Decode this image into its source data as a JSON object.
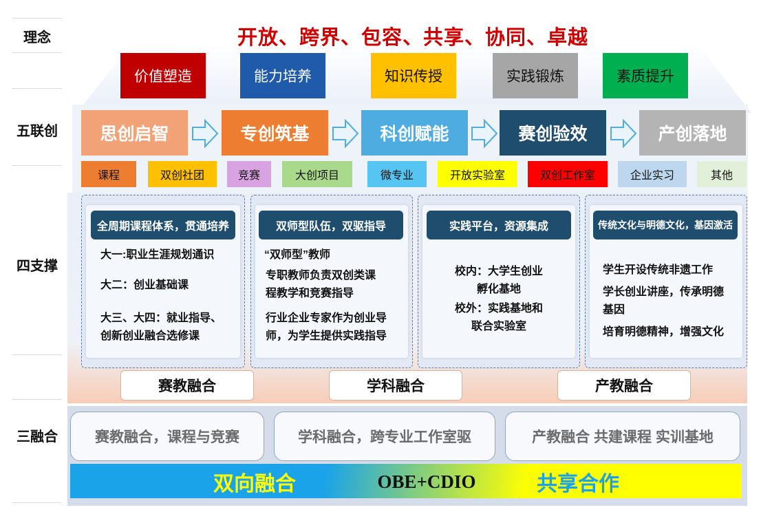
{
  "side_labels": {
    "concept": "理念",
    "five": "五联创",
    "four": "四支撑",
    "three": "三融合"
  },
  "motto": "开放、跨界、包容、共享、协同、卓越",
  "values": [
    {
      "label": "价值塑造",
      "color": "#c00000"
    },
    {
      "label": "能力培养",
      "color": "#1f5aab"
    },
    {
      "label": "知识传授",
      "color": "#ffc000"
    },
    {
      "label": "实践锻炼",
      "color": "#a6a6a6"
    },
    {
      "label": "素质提升",
      "color": "#00b050"
    }
  ],
  "stages": [
    {
      "label": "思创启智",
      "color": "#f2a277"
    },
    {
      "label": "专创筑基",
      "color": "#ed7d31"
    },
    {
      "label": "科创赋能",
      "color": "#4eace0"
    },
    {
      "label": "赛创验效",
      "color": "#1e4d6e"
    },
    {
      "label": "产创落地",
      "color": "#b4b4b4"
    }
  ],
  "tags": [
    {
      "label": "课程",
      "bg": "#ed7d31"
    },
    {
      "label": "双创社团",
      "bg": "#ffc000"
    },
    {
      "label": "竞赛",
      "bg": "#d9a2e0"
    },
    {
      "label": "大创项目",
      "bg": "#a9d98b"
    },
    {
      "label": "微专业",
      "bg": "#56c5f2"
    },
    {
      "label": "开放实验室",
      "bg": "#ffff00"
    },
    {
      "label": "双创工作室",
      "bg": "#ff0000"
    },
    {
      "label": "企业实习",
      "bg": "#bdd7ee"
    },
    {
      "label": "其他",
      "bg": "#e2efd9"
    }
  ],
  "pillars": [
    {
      "title": "全周期课程体系，贯通培养",
      "lines": [
        "大一:职业生涯规划通识",
        "大二：创业基础课",
        "大三、大四：就业指导、",
        "创新创业融合选修课"
      ]
    },
    {
      "title": "双师型队伍，双驱指导",
      "lines": [
        "“双师型”教师",
        "专职教师负责双创类课",
        "程教学和竞赛指导",
        "行业企业专家作为创业导",
        "师，为学生提供实践指导"
      ]
    },
    {
      "title": "实践平台，资源集成",
      "lines": [
        "校内：大学生创业",
        "孵化基地",
        "校外：实践基地和",
        "联合实验室"
      ]
    },
    {
      "title": "传统文化与明德文化，基因激活",
      "lines": [
        "学生开设传统非遗工作",
        "学长创业讲座，传承明德",
        "基因",
        "培育明德精神，增强文化"
      ]
    }
  ],
  "fusion_tabs": [
    "赛教融合",
    "学科融合",
    "产教融合"
  ],
  "fusion_boxes": [
    "赛教融合，课程与竞赛",
    "学科融合，跨专业工作室驱",
    "产教融合  共建课程  实训基地"
  ],
  "bottom": {
    "left": "双向融合",
    "middle": "OBE+CDIO",
    "right": "共享合作"
  }
}
